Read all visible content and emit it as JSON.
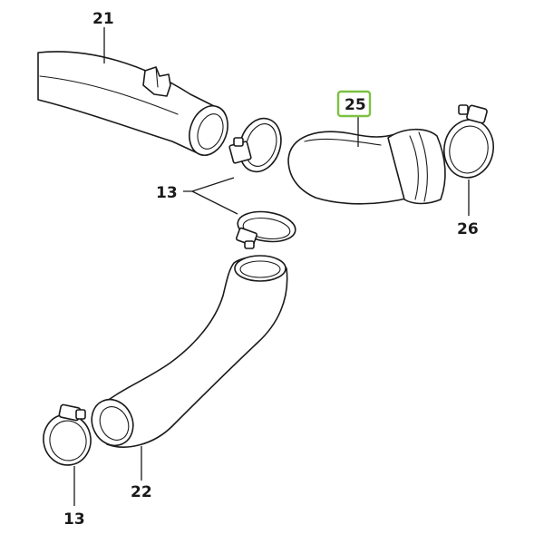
{
  "callouts": {
    "c21": "21",
    "c25": "25",
    "c13_top": "13",
    "c26": "26",
    "c22": "22",
    "c13_bottom": "13"
  },
  "highlight_color": "#7cc242"
}
